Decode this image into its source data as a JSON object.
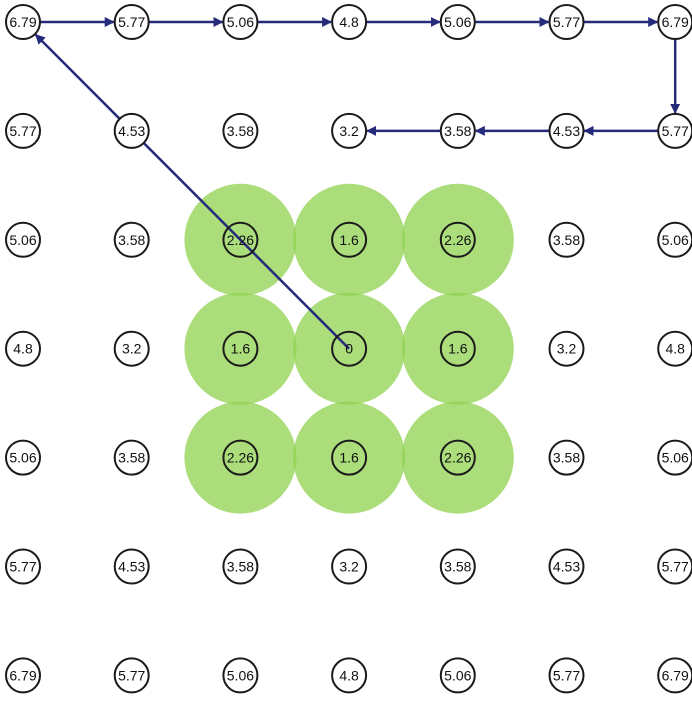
{
  "grid": {
    "rows": [
      [
        "6.79",
        "5.77",
        "5.06",
        "4.8",
        "5.06",
        "5.77",
        "6.79"
      ],
      [
        "5.77",
        "4.53",
        "3.58",
        "3.2",
        "3.58",
        "4.53",
        "5.77"
      ],
      [
        "5.06",
        "3.58",
        "2.26",
        "1.6",
        "2.26",
        "3.58",
        "5.06"
      ],
      [
        "4.8",
        "3.2",
        "1.6",
        "0",
        "1.6",
        "3.2",
        "4.8"
      ],
      [
        "5.06",
        "3.58",
        "2.26",
        "1.6",
        "2.26",
        "3.58",
        "5.06"
      ],
      [
        "5.77",
        "4.53",
        "3.58",
        "3.2",
        "3.58",
        "4.53",
        "5.77"
      ],
      [
        "6.79",
        "5.77",
        "5.06",
        "4.8",
        "5.06",
        "5.77",
        "6.79"
      ]
    ],
    "highlighted_cells": [
      [
        2,
        2
      ],
      [
        2,
        3
      ],
      [
        2,
        4
      ],
      [
        3,
        2
      ],
      [
        3,
        3
      ],
      [
        3,
        4
      ],
      [
        4,
        2
      ],
      [
        4,
        3
      ],
      [
        4,
        4
      ]
    ],
    "highlight_color": "#8fd14f",
    "node_stroke_color": "#1a1a1a"
  },
  "path": {
    "color": "#262a7a",
    "arrows": [
      {
        "from": [
          3,
          3
        ],
        "to": [
          0,
          0
        ]
      },
      {
        "from": [
          0,
          0
        ],
        "to": [
          0,
          1
        ]
      },
      {
        "from": [
          0,
          1
        ],
        "to": [
          0,
          2
        ]
      },
      {
        "from": [
          0,
          2
        ],
        "to": [
          0,
          3
        ]
      },
      {
        "from": [
          0,
          3
        ],
        "to": [
          0,
          4
        ]
      },
      {
        "from": [
          0,
          4
        ],
        "to": [
          0,
          5
        ]
      },
      {
        "from": [
          0,
          5
        ],
        "to": [
          0,
          6
        ]
      },
      {
        "from": [
          0,
          6
        ],
        "to": [
          1,
          6
        ]
      },
      {
        "from": [
          1,
          6
        ],
        "to": [
          1,
          5
        ]
      },
      {
        "from": [
          1,
          5
        ],
        "to": [
          1,
          4
        ]
      },
      {
        "from": [
          1,
          4
        ],
        "to": [
          1,
          3
        ]
      }
    ]
  }
}
